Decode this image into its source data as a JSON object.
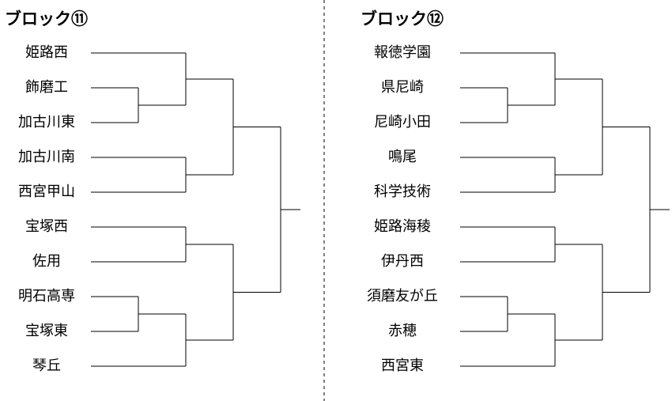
{
  "blocks": [
    {
      "title": "ブロック⑪",
      "teams": [
        "姫路西",
        "飾磨工",
        "加古川東",
        "加古川南",
        "西宮甲山",
        "宝塚西",
        "佐用",
        "明石高専",
        "宝塚東",
        "琴丘"
      ]
    },
    {
      "title": "ブロック⑫",
      "teams": [
        "報徳学園",
        "県尼崎",
        "尼崎小田",
        "鳴尾",
        "科学技術",
        "姫路海稜",
        "伊丹西",
        "須磨友が丘",
        "赤穂",
        "西宮東"
      ]
    }
  ]
}
